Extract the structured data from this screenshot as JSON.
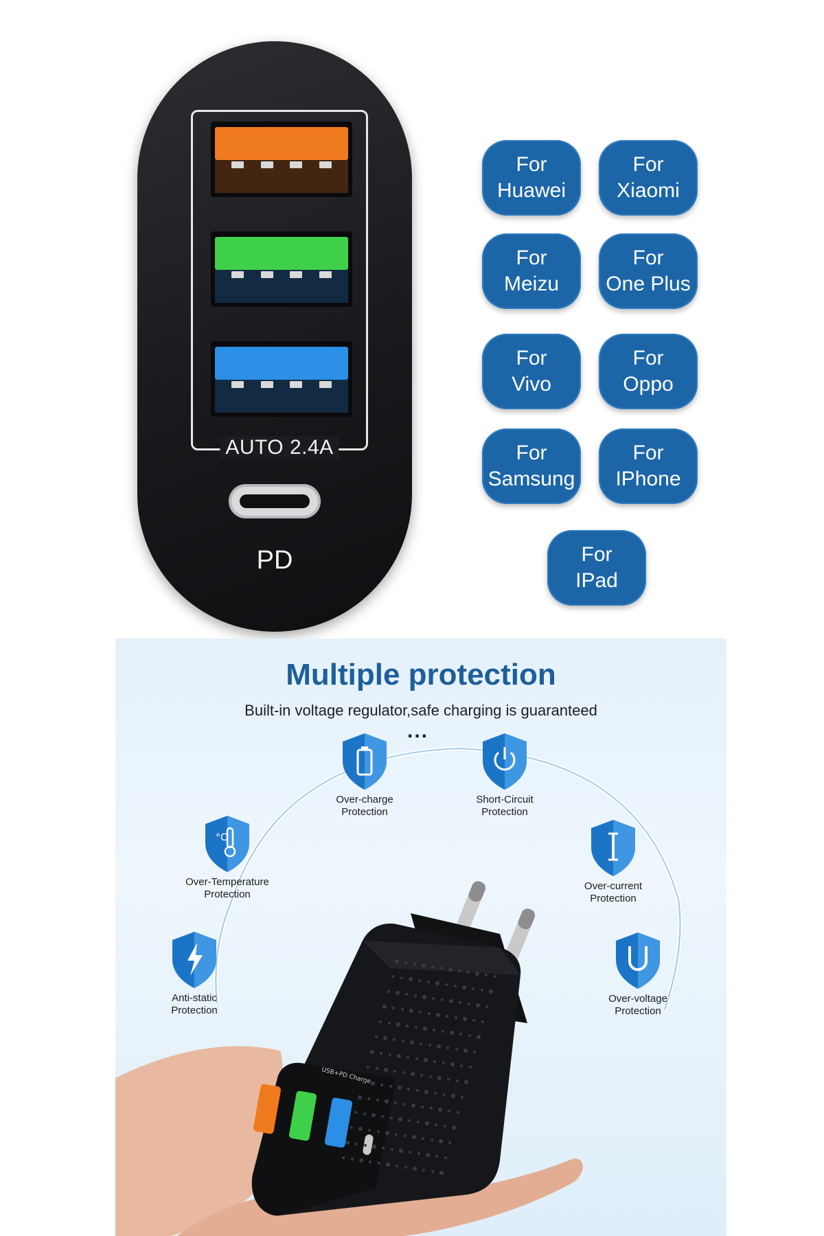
{
  "charger_face": {
    "usb_label": "AUTO 2.4A",
    "typec_label": "PD",
    "port_colors": [
      "#f07a1e",
      "#3ed04a",
      "#2c8fe6"
    ]
  },
  "compatibility": [
    {
      "line1": "For",
      "line2": "Huawei"
    },
    {
      "line1": "For",
      "line2": "Xiaomi"
    },
    {
      "line1": "For",
      "line2": "Meizu"
    },
    {
      "line1": "For",
      "line2": "One Plus"
    },
    {
      "line1": "For",
      "line2": "Vivo"
    },
    {
      "line1": "For",
      "line2": "Oppo"
    },
    {
      "line1": "For",
      "line2": "Samsung"
    },
    {
      "line1": "For",
      "line2": "IPhone"
    },
    {
      "line1": "For",
      "line2": "IPad"
    }
  ],
  "protection": {
    "title": "Multiple protection",
    "subtitle": "Built-in voltage regulator,safe charging is guaranteed",
    "ellipsis": "...",
    "items": [
      {
        "line1": "Over-charge",
        "line2": "Protection",
        "icon": "battery-icon"
      },
      {
        "line1": "Short-Circuit",
        "line2": "Protection",
        "icon": "power-icon"
      },
      {
        "line1": "Over-Temperature",
        "line2": "Protection",
        "icon": "thermometer-icon"
      },
      {
        "line1": "Over-current",
        "line2": "Protection",
        "icon": "current-icon"
      },
      {
        "line1": "Anti-static",
        "line2": "Protection",
        "icon": "lightning-icon"
      },
      {
        "line1": "Over-voltage",
        "line2": "Protection",
        "icon": "voltage-icon"
      }
    ],
    "device_text": "USB+PD Charge",
    "accent_color": "#1d5f9a"
  }
}
